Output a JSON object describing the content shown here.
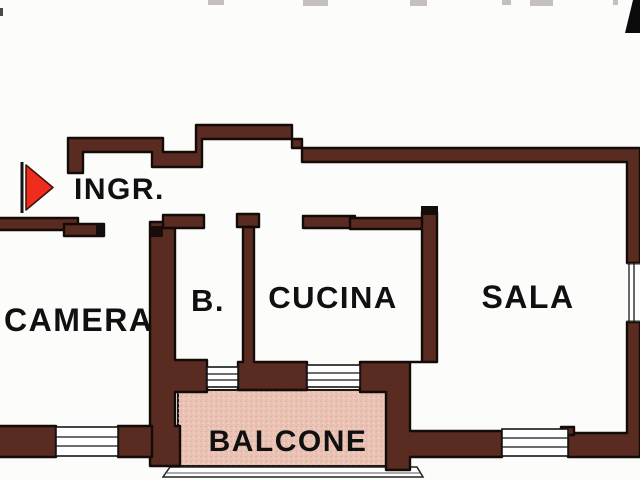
{
  "meta": {
    "type": "apartment-floor-plan",
    "language": "it"
  },
  "colors": {
    "background": "#fcfcfb",
    "wall": "#5a2b21",
    "outline": "#120b08",
    "balcony": "#eac3b5",
    "arrow": "#ee2d1c",
    "text": "#101010"
  },
  "rooms": [
    {
      "id": "ingresso",
      "label": "INGR."
    },
    {
      "id": "camera",
      "label": "CAMERA"
    },
    {
      "id": "bagno",
      "label": "B."
    },
    {
      "id": "cucina",
      "label": "CUCINA"
    },
    {
      "id": "sala",
      "label": "SALA"
    },
    {
      "id": "balcone",
      "label": "BALCONE"
    }
  ],
  "entrance_marker": "red-arrow"
}
